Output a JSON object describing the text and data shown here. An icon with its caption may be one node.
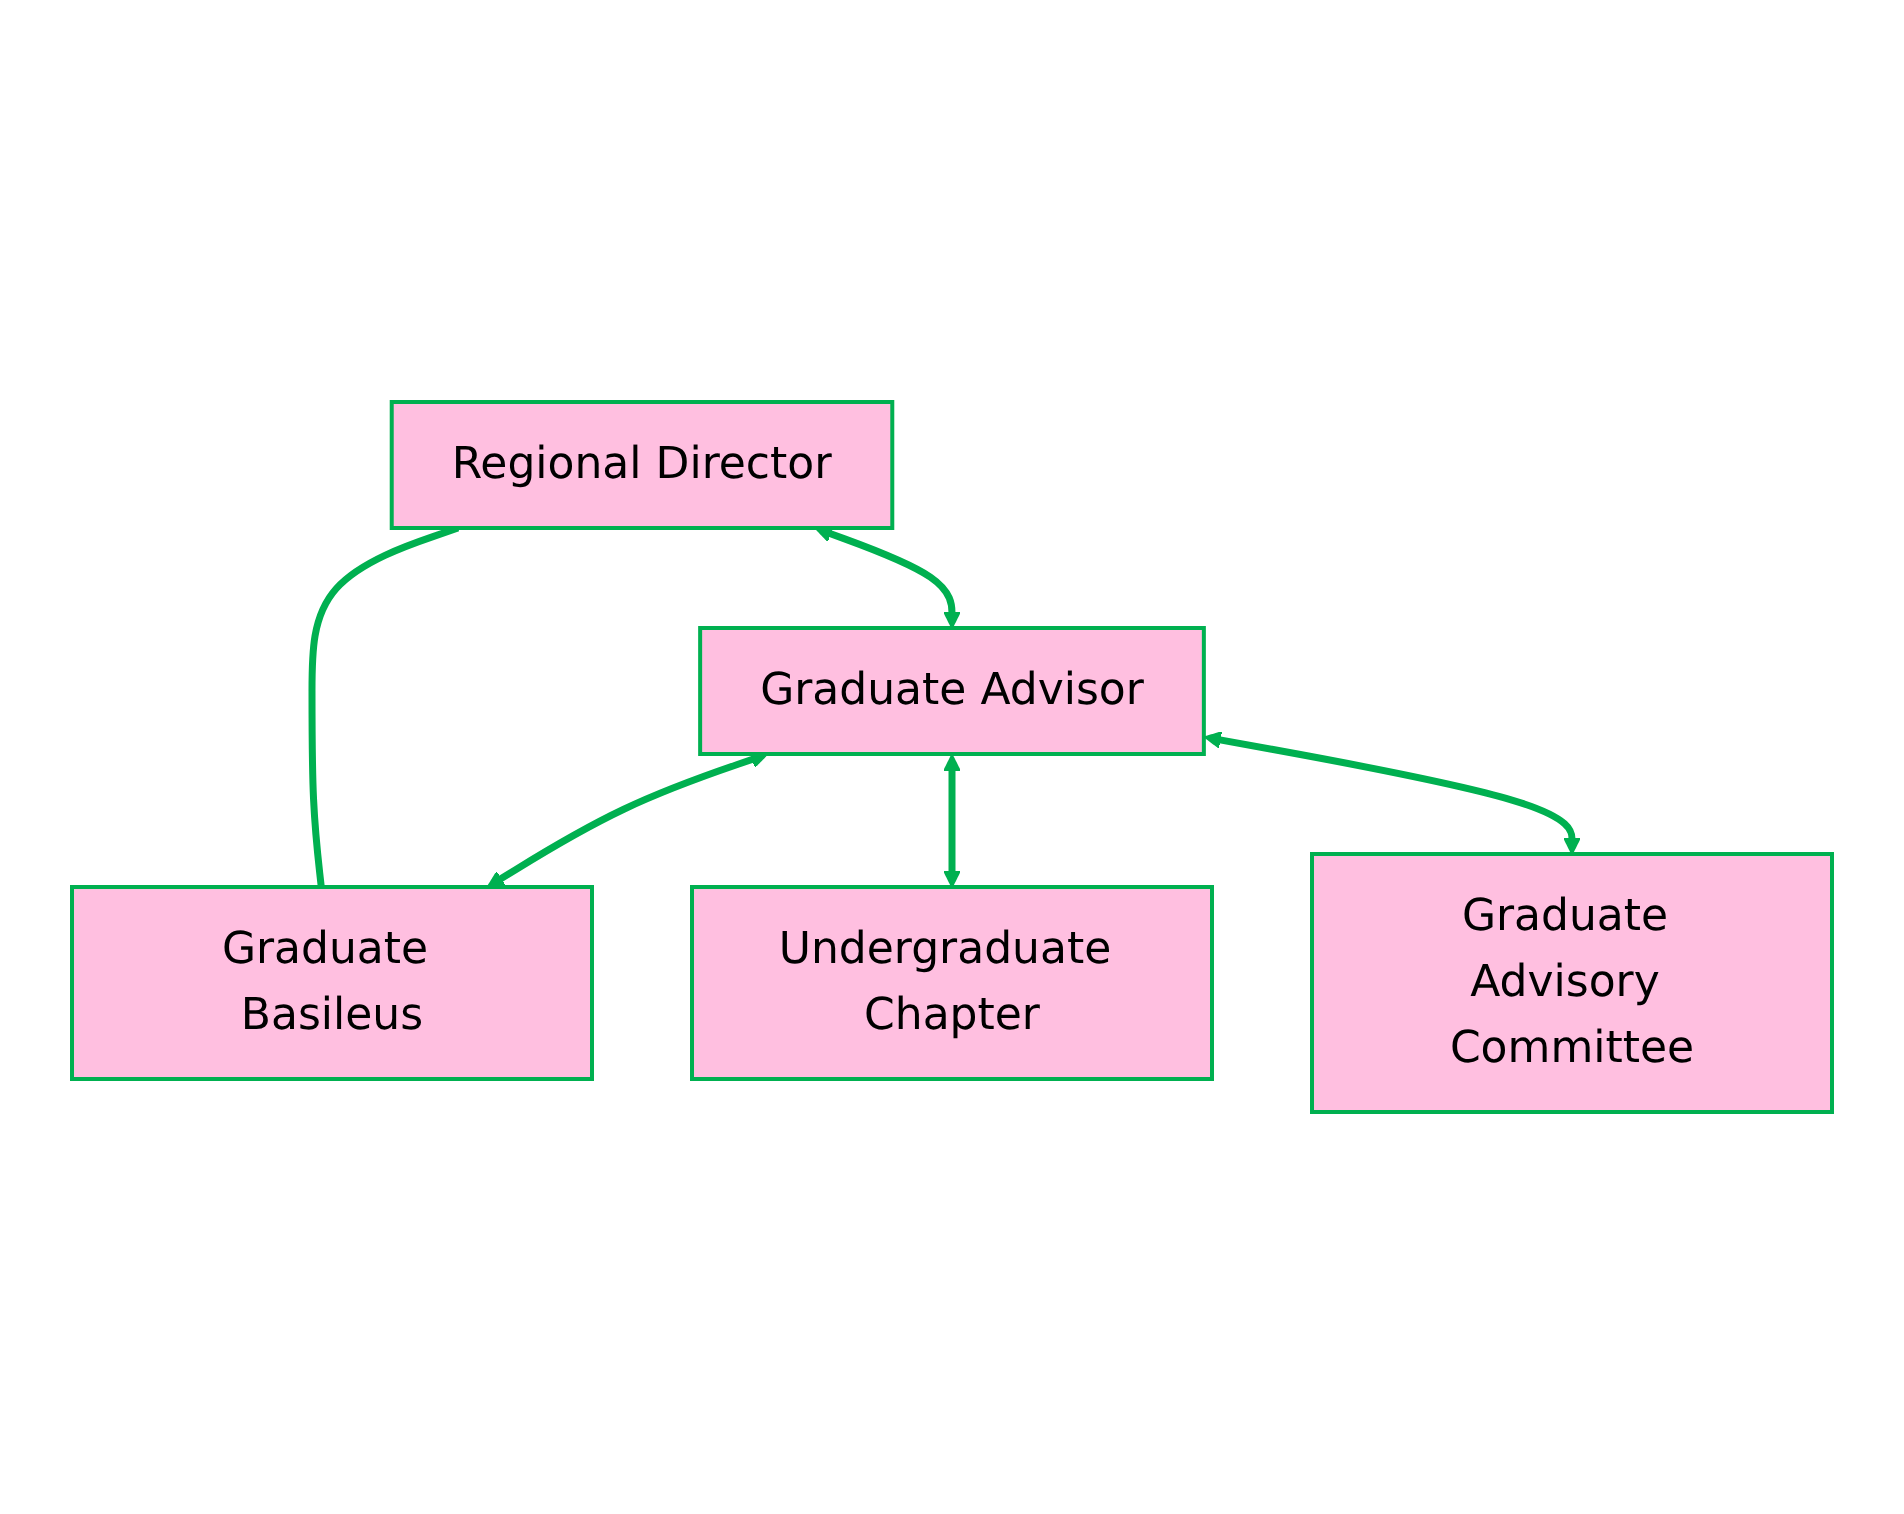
{
  "diagram": {
    "nodes": [
      {
        "text": [
          "Regional Director"
        ]
      },
      {
        "text": [
          "Graduate Advisor"
        ]
      },
      {
        "text": [
          "Graduate Basileus"
        ]
      },
      {
        "text": [
          "Undergraduate Chapter"
        ]
      },
      {
        "text": [
          "Graduate Advisory Committee"
        ]
      }
    ],
    "edges": [
      {
        "from": 0,
        "to": 1,
        "arrow": "both"
      },
      {
        "from": 0,
        "to": 2,
        "arrow": "none"
      },
      {
        "from": 1,
        "to": 2,
        "arrow": "both"
      },
      {
        "from": 1,
        "to": 3,
        "arrow": "both"
      },
      {
        "from": 1,
        "to": 4,
        "arrow": "both"
      }
    ]
  }
}
